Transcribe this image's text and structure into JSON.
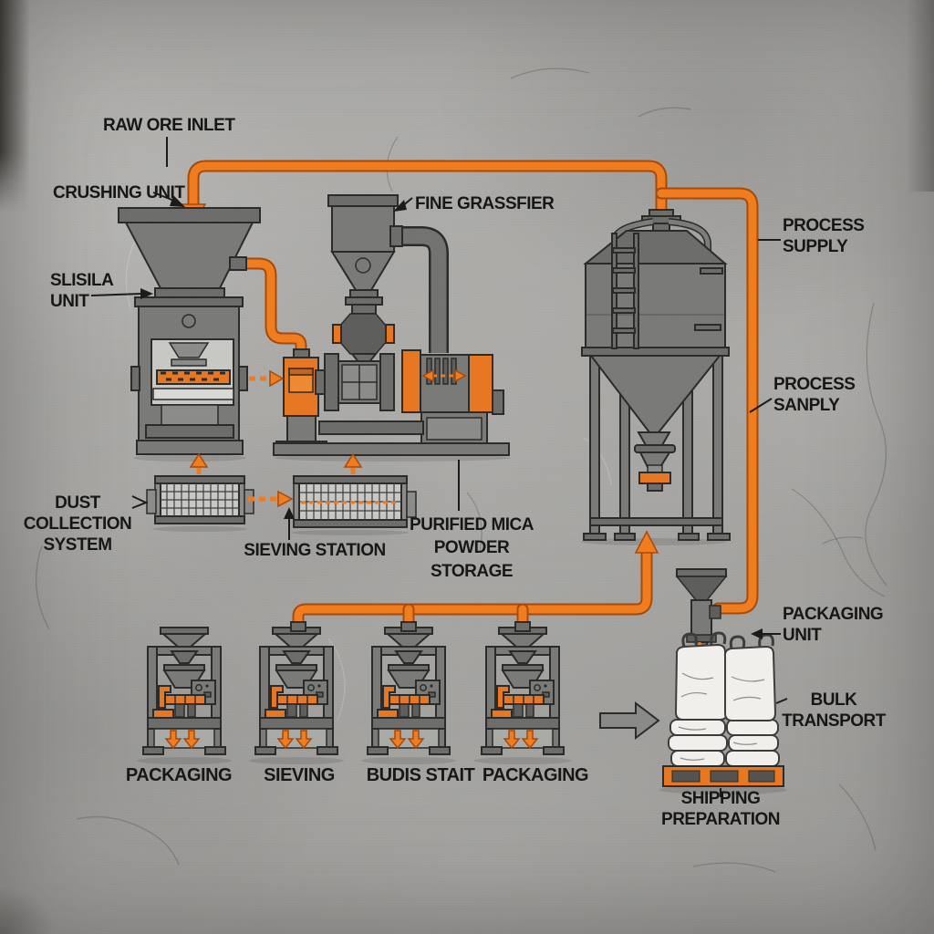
{
  "colors": {
    "accent_orange": "#e87722",
    "pipe_orange": "#f07d1e",
    "machine_gray": "#7a7a78",
    "outline_dark": "#2b2b29",
    "background_concrete": "#a8a7a4",
    "bag_white": "#f1f0ec",
    "pallet_orange": "#e87722"
  },
  "labels": {
    "raw_ore_inlet": "RAW ORE INLET",
    "crushing_unit": "CRUSHING UNIT",
    "sligila_unit": "SLISILA\nUNIT",
    "fine_classifier": "FINE GRASSFIER",
    "process_supply": "PROCESS\nSUPPLY",
    "process_sanply": "PROCESS\nSANPLY",
    "dust_collection_system": "DUST COLLECTION\nSYSTEM",
    "sieving_station": "SIEVING STATION",
    "purified_mica_powder_storage": "PURIFIED MICA\nPOWDER\nSTORAGE",
    "packaging_unit": "PACKAGING\nUNIT",
    "bulk_transport": "BULK\nTRANSPORT",
    "shipping_preparation": "SHIPPING\nPREPARATION"
  },
  "station_labels": [
    "PACKAGING",
    "SIEVING",
    "BUDIS STAIT",
    "PACKAGING"
  ]
}
